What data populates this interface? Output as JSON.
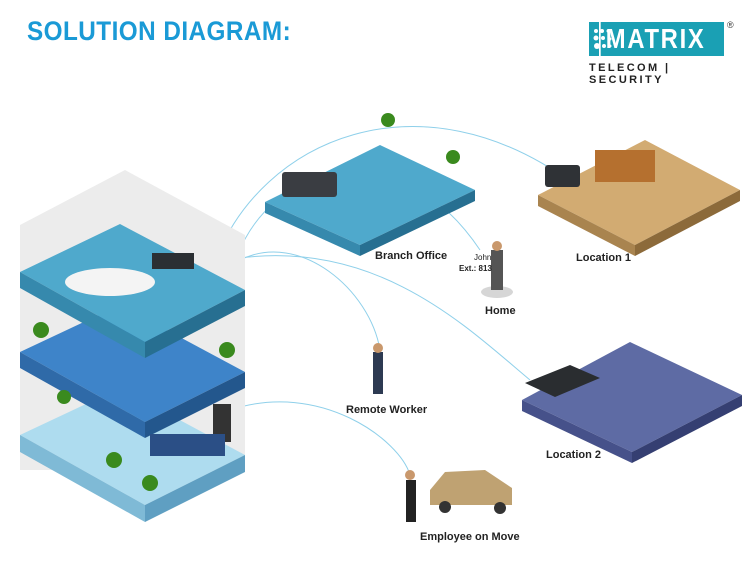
{
  "header": {
    "title": "SOLUTION DIAGRAM:"
  },
  "logo": {
    "name": "MATRIX",
    "tagline": "TELECOM | SECURITY",
    "registered": "®"
  },
  "labels": {
    "branch_office": "Branch Office",
    "location_1": "Location 1",
    "home": "Home",
    "remote_worker": "Remote Worker",
    "location_2": "Location 2",
    "employee_on_move": "Employee on Move"
  },
  "home_user": {
    "name": "John",
    "extension": "Ext.: 813"
  },
  "colors": {
    "title": "#1a9ad6",
    "brand": "#1aa0b4",
    "link": "#7cc6e6"
  }
}
